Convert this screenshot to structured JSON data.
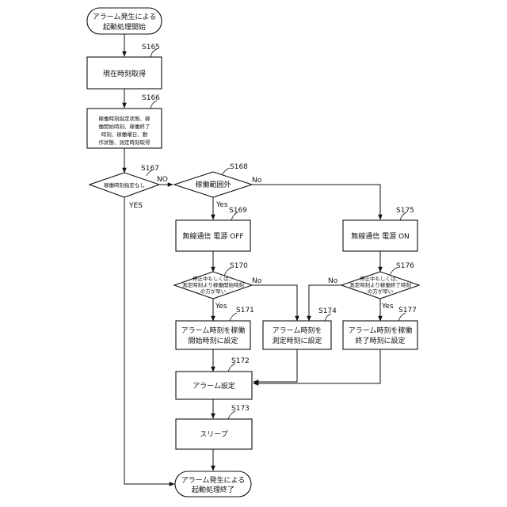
{
  "start": {
    "line1": "アラーム発生による",
    "line2": "起動処理開始"
  },
  "end": {
    "line1": "アラーム発生による",
    "line2": "起動処理終了"
  },
  "steps": {
    "s165": {
      "label": "S165",
      "text": "現在時刻取得"
    },
    "s166": {
      "label": "S166",
      "lines": [
        "稼働時刻指定状態、稼",
        "働開始時刻、稼働終了",
        "時刻、稼働曜日、動",
        "作状態、測定時刻取得"
      ]
    },
    "s167": {
      "label": "S167",
      "text": "稼働時刻指定なし",
      "no": "NO",
      "yes": "YES"
    },
    "s168": {
      "label": "S168",
      "text": "稼働範囲外",
      "no": "No",
      "yes": "Yes"
    },
    "s169": {
      "label": "S169",
      "text": "無線通信 電源 OFF"
    },
    "s170": {
      "label": "S170",
      "lines": [
        "停止中もしくは、",
        "測定時刻より稼働開始時刻",
        "の方が早い"
      ],
      "no": "No",
      "yes": "Yes"
    },
    "s171": {
      "label": "S171",
      "lines": [
        "アラーム時刻を稼働",
        "開始時刻に設定"
      ]
    },
    "s172": {
      "label": "S172",
      "text": "アラーム設定"
    },
    "s173": {
      "label": "S173",
      "text": "スリープ"
    },
    "s174": {
      "label": "S174",
      "lines": [
        "アラーム時刻を",
        "測定時刻に設定"
      ]
    },
    "s175": {
      "label": "S175",
      "text": "無線通信 電源 ON"
    },
    "s176": {
      "label": "S176",
      "lines": [
        "停止中もしくは、",
        "測定時刻より稼働終了時刻",
        "の方が早い"
      ],
      "no": "No",
      "yes": "Yes"
    },
    "s177": {
      "label": "S177",
      "lines": [
        "アラーム時刻を稼働",
        "終了時刻に設定"
      ]
    }
  }
}
